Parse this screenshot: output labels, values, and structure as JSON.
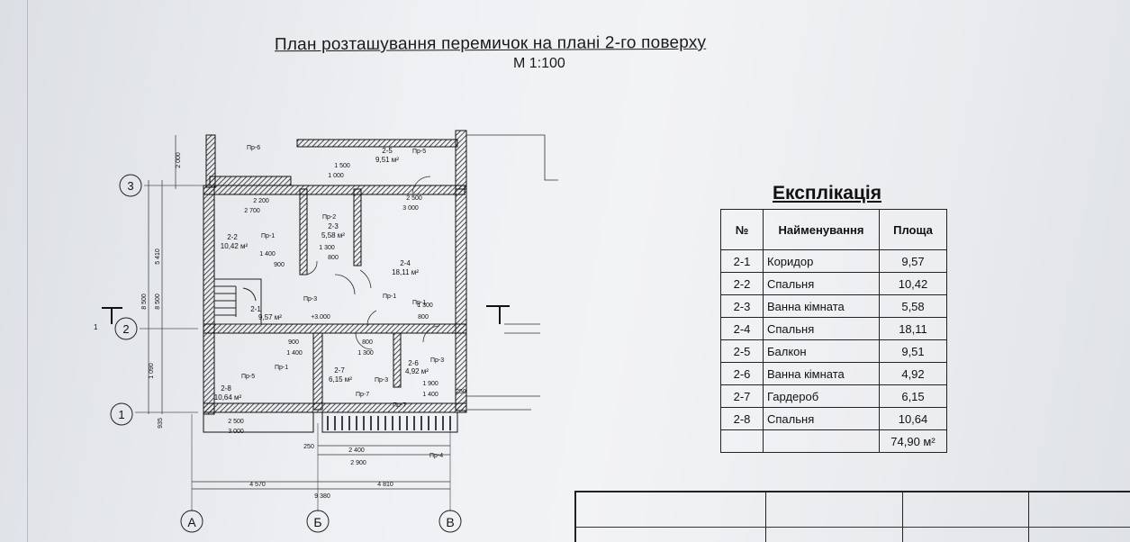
{
  "title": "План розташування перемичок на плані 2-го поверху",
  "scale": "М 1:100",
  "explication": {
    "heading": "Експлікація",
    "columns": [
      "№",
      "Найменування",
      "Площа"
    ],
    "rows": [
      {
        "num": "2-1",
        "name": "Коридор",
        "area": "9,57"
      },
      {
        "num": "2-2",
        "name": "Спальня",
        "area": "10,42"
      },
      {
        "num": "2-3",
        "name": "Ванна кімната",
        "area": "5,58"
      },
      {
        "num": "2-4",
        "name": "Спальня",
        "area": "18,11"
      },
      {
        "num": "2-5",
        "name": "Балкон",
        "area": "9,51"
      },
      {
        "num": "2-6",
        "name": "Ванна кімната",
        "area": "4,92"
      },
      {
        "num": "2-7",
        "name": "Гардероб",
        "area": "6,15"
      },
      {
        "num": "2-8",
        "name": "Спальня",
        "area": "10,64"
      }
    ],
    "total": "74,90 м²"
  },
  "rooms": [
    {
      "id": "2-1",
      "area": "9,57 м²"
    },
    {
      "id": "2-2",
      "area": "10,42 м²"
    },
    {
      "id": "2-3",
      "area": "5,58 м²"
    },
    {
      "id": "2-4",
      "area": "18,11 м²"
    },
    {
      "id": "2-5",
      "area": "9,51 м²"
    },
    {
      "id": "2-6",
      "area": "4,92 м²"
    },
    {
      "id": "2-7",
      "area": "6,15 м²"
    },
    {
      "id": "2-8",
      "area": "10,64 м²"
    }
  ],
  "lintels": [
    "Пр-1",
    "Пр-2",
    "Пр-3",
    "Пр-4",
    "Пр-5",
    "Пр-6",
    "Пр-7"
  ],
  "axes": {
    "letters": [
      "А",
      "Б",
      "В"
    ],
    "numbers": [
      "1",
      "2",
      "3"
    ]
  },
  "dimensions": {
    "overall": "9 380",
    "left_span": "4 570",
    "right_span": "4 810",
    "vertical_total": "8 500",
    "vertical_upper": "5 410",
    "vertical_lower": "1 090",
    "top_ext": "2 000",
    "d_2200": "2 200",
    "d_2700": "2 700",
    "d_1500": "1 500",
    "d_1000": "1 000",
    "d_2500": "2 500",
    "d_3000": "3 000",
    "d_1300": "1 300",
    "d_1400": "1 400",
    "d_900": "900",
    "d_800": "800",
    "d_250": "250",
    "d_1900": "1 900",
    "d_2400": "2 400",
    "d_2900": "2 900",
    "d_935": "935",
    "level": "+3.000"
  },
  "section_mark": "1"
}
